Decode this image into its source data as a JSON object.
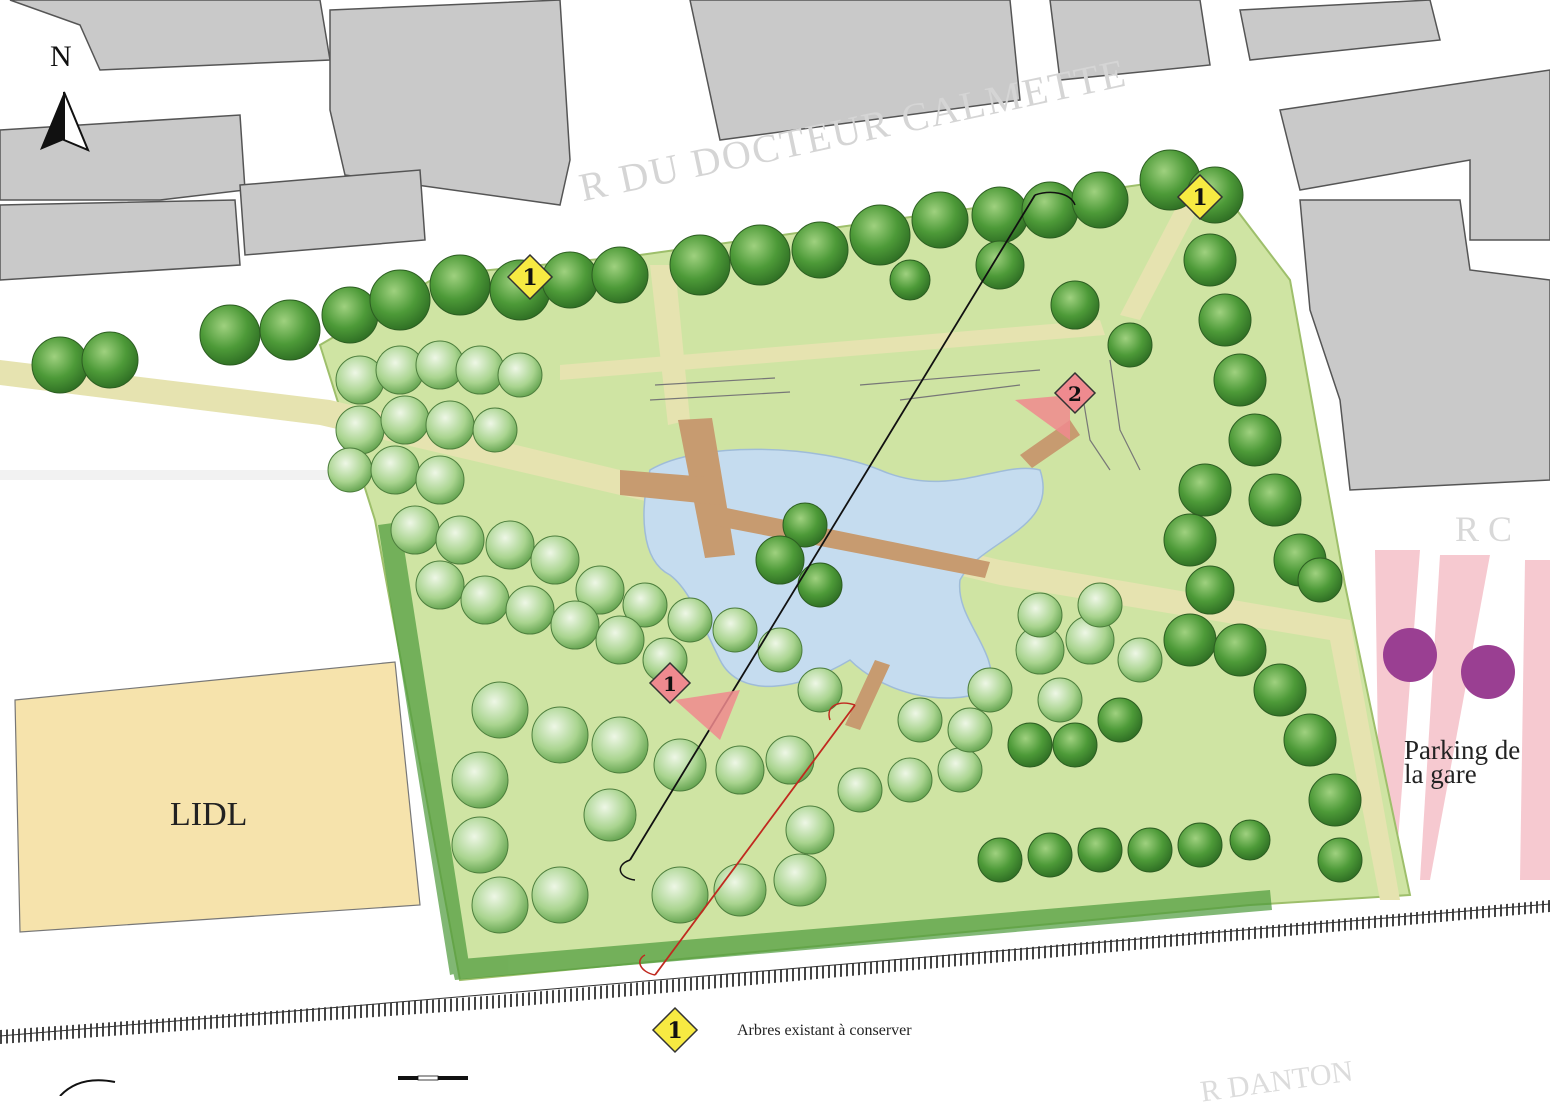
{
  "map": {
    "street_north": "R DU DOCTEUR CALMETTE",
    "street_east": "R C",
    "street_south": "R DANTON",
    "north_arrow": "N",
    "labels": {
      "lidl": "LIDL",
      "parking_line1": "Parking de",
      "parking_line2": "la gare"
    },
    "markers": [
      {
        "type": "tree",
        "number": "1"
      },
      {
        "type": "tree",
        "number": "1"
      },
      {
        "type": "view",
        "number": "1"
      },
      {
        "type": "view",
        "number": "2"
      }
    ],
    "legend": {
      "number": "1",
      "text": "Arbres existant à conserver"
    },
    "colors": {
      "building": "#c9c9c9",
      "lawn": "#cfe4a3",
      "tree_dark": "#3e8a2e",
      "tree_light": "#9ccf86",
      "pond": "#c5dcef",
      "boardwalk": "#c79b70",
      "path": "#e6e3b0",
      "lidl": "#f6e3ac",
      "tree_marker": "#f7ea42",
      "view_marker": "#ef8a8f",
      "parking_dot": "#9a3f92",
      "parking_stripe": "#f5c0c8"
    }
  }
}
